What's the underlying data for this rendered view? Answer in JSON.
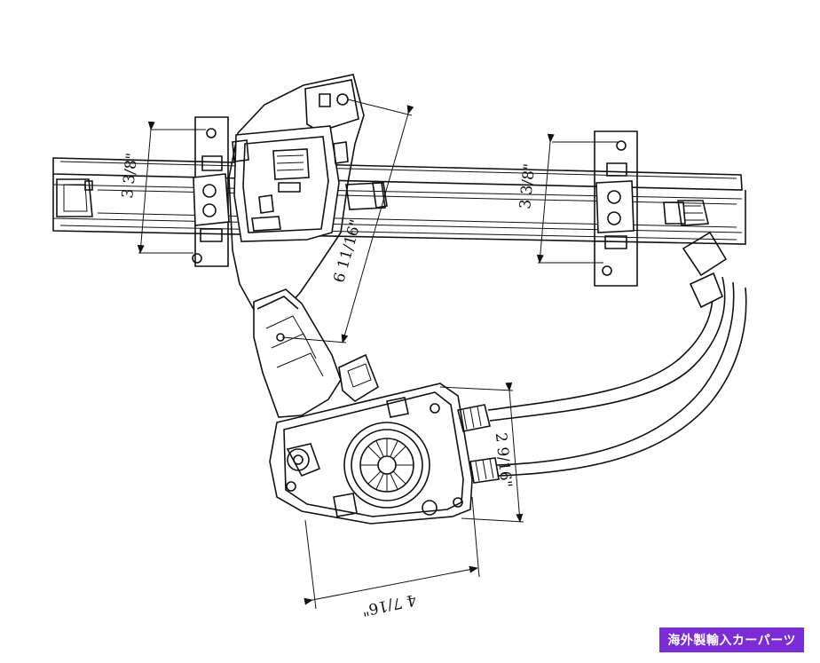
{
  "dimensions": {
    "left_rail_height": "3 3/8\"",
    "right_rail_height": "3 3/8\"",
    "diagonal_span": "6 11/16\"",
    "motor_height": "2 9/16\"",
    "motor_width": "4 7/16\""
  },
  "watermark": "海外製輸入カーパーツ"
}
